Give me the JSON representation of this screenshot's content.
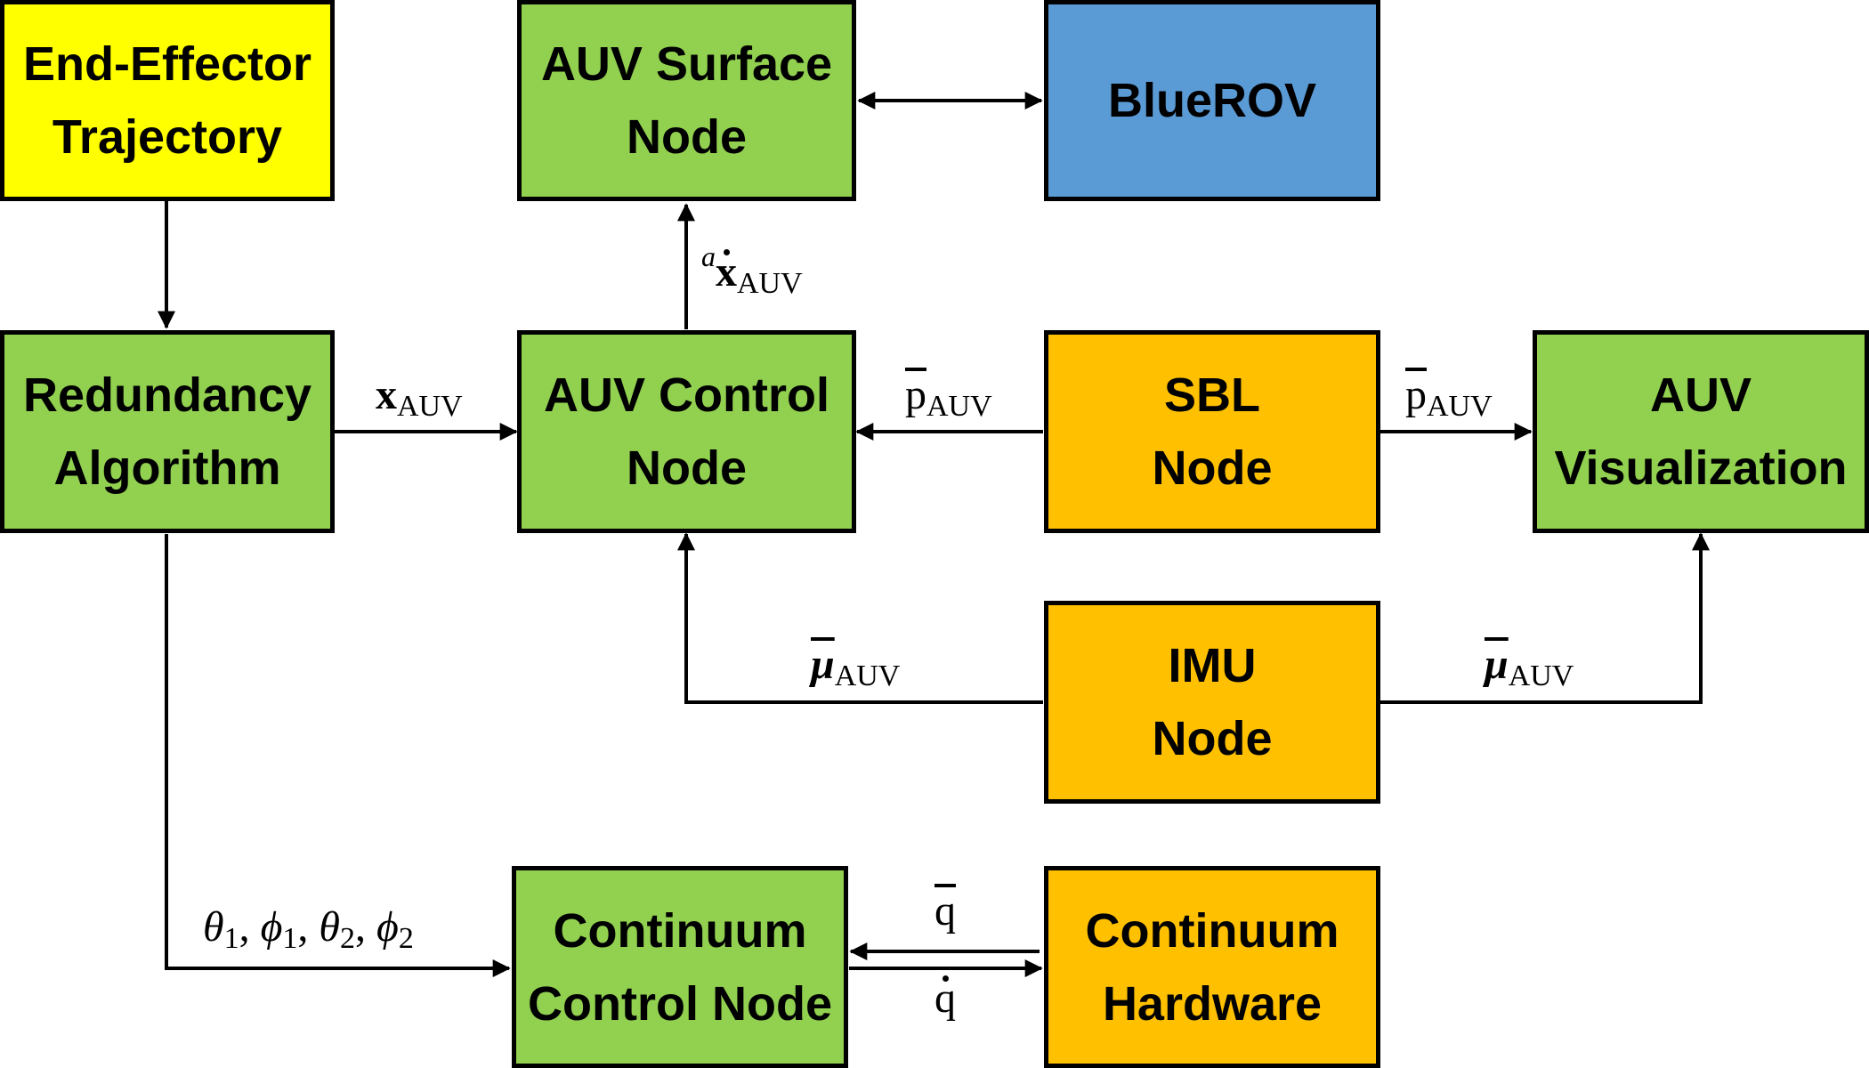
{
  "colors": {
    "green": "#92d050",
    "yellow": "#ffff00",
    "blue": "#5b9bd5",
    "orange": "#ffc000"
  },
  "nodes": {
    "end_effector": {
      "line1": "End-Effector",
      "line2": "Trajectory",
      "color": "#ffff00"
    },
    "auv_surface": {
      "line1": "AUV Surface",
      "line2": "Node",
      "color": "#92d050"
    },
    "bluerov": {
      "line1": "BlueROV",
      "color": "#5b9bd5"
    },
    "redundancy": {
      "line1": "Redundancy",
      "line2": "Algorithm",
      "color": "#92d050"
    },
    "auv_control": {
      "line1": "AUV Control",
      "line2": "Node",
      "color": "#92d050"
    },
    "sbl": {
      "line1": "SBL",
      "line2": "Node",
      "color": "#ffc000"
    },
    "auv_visualization": {
      "line1": "AUV",
      "line2": "Visualization",
      "color": "#92d050"
    },
    "imu": {
      "line1": "IMU",
      "line2": "Node",
      "color": "#ffc000"
    },
    "continuum_control": {
      "line1": "Continuum",
      "line2": "Control Node",
      "color": "#92d050"
    },
    "continuum_hardware": {
      "line1": "Continuum",
      "line2": "Hardware",
      "color": "#ffc000"
    }
  },
  "edge_labels": {
    "x_auv": {
      "symbol": "x",
      "sub": "AUV"
    },
    "xdot_auv": {
      "sup": "a",
      "symbol": "x",
      "sub": "AUV"
    },
    "p_auv_control": {
      "symbol": "p",
      "sub": "AUV"
    },
    "p_auv_vis": {
      "symbol": "p",
      "sub": "AUV"
    },
    "mu_auv_control": {
      "symbol": "μ",
      "sub": "AUV"
    },
    "mu_auv_vis": {
      "symbol": "μ",
      "sub": "AUV"
    },
    "angles": {
      "parts": [
        "θ",
        "1",
        ", ",
        "ϕ",
        "1",
        ", ",
        "θ",
        "2",
        ", ",
        "ϕ",
        "2"
      ]
    },
    "q": {
      "symbol": "q"
    },
    "qdot": {
      "symbol": "q"
    }
  }
}
